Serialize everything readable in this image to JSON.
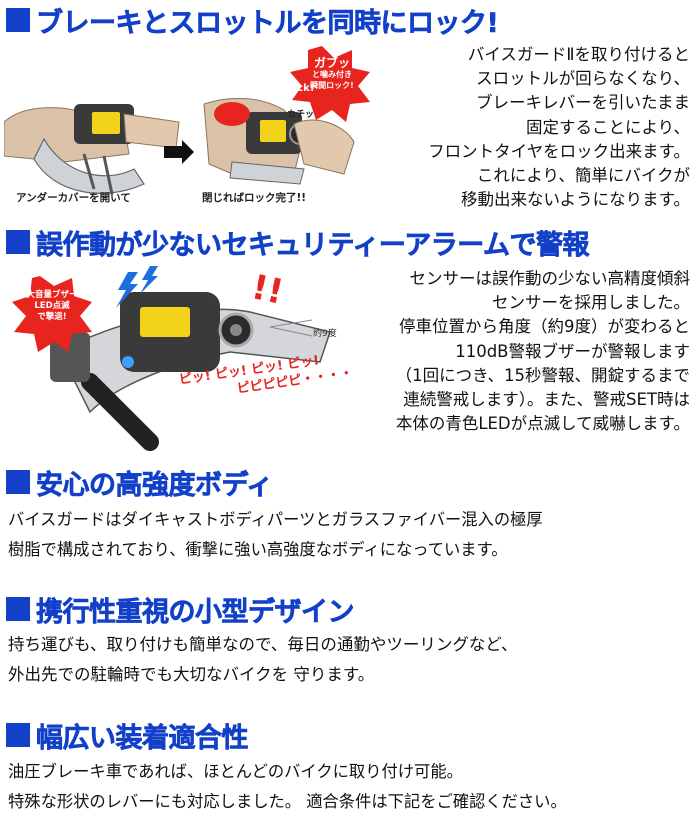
{
  "sections": [
    {
      "heading": "ブレーキとスロットルを同時にロック!",
      "lines": [
        "バイスガードⅡを取り付けると",
        "スロットルが回らなくなり、",
        "ブレーキレバーを引いたまま",
        "固定することにより、",
        "フロントタイヤをロック出来ます。",
        "これにより、簡単にバイクが",
        "移動出来ないようになります。"
      ],
      "image": {
        "caption_left": "アンダーカバーを開いて",
        "caption_right": "閉じればロック完了!!",
        "burst_title": "ガブッ",
        "burst_line1": "と噛み付き",
        "burst_line2": "瞬間ロック!",
        "lock_label": "Lock!",
        "click_label": "カチッ"
      }
    },
    {
      "heading": "誤作動が少ないセキュリティーアラームで警報",
      "lines": [
        "センサーは誤作動の少ない高精度傾斜",
        "センサーを採用しました。",
        "停車位置から角度（約9度）が変わると",
        "110dB警報ブザーが警報します",
        "（1回につき、15秒警報、開錠するまで",
        "連続警戒します）。また、警戒SET時は",
        "本体の青色LEDが点滅して威嚇します。"
      ],
      "image": {
        "badge_line1": "大音量ブザー",
        "badge_line2": "LED点滅",
        "badge_line3": "で撃退!",
        "angle_label": "約9度",
        "beep_line1": "ピッ! ピッ! ピッ! ピッ!",
        "beep_line2": "ピピピピピ・・・・",
        "alarm_marks": "!!"
      }
    },
    {
      "heading": "安心の高強度ボディ",
      "lines": [
        "バイスガードはダイキャストボディパーツとガラスファイバー混入の極厚",
        "樹脂で構成されており、衝撃に強い高強度なボディになっています。"
      ]
    },
    {
      "heading": "携行性重視の小型デザイン",
      "lines": [
        "持ち運びも、取り付けも簡単なので、毎日の通勤やツーリングなど、",
        "外出先での駐輪時でも大切なバイクを 守ります。"
      ]
    },
    {
      "heading": "幅広い装着適合性",
      "lines": [
        "油圧ブレーキ車であれば、ほとんどのバイクに取り付け可能。",
        "特殊な形状のレバーにも対応しました。 適合条件は下記をご確認ください。"
      ]
    }
  ],
  "colors": {
    "heading": "#1240c8",
    "text": "#111111",
    "burst": "#e8241e",
    "beep": "#e8241e",
    "device_yellow": "#f2d21b",
    "device_dark": "#3a3a3a"
  }
}
